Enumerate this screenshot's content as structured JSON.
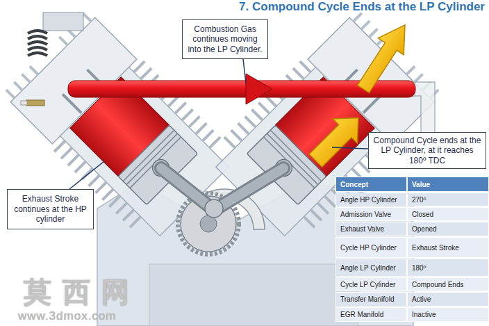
{
  "diagram": {
    "title": "7. Compound Cycle Ends at the LP Cylinder",
    "nodes": [
      {
        "text": [
          "Combustion Gas continues moving into the LP Cylinder."
        ]
      },
      {
        "text": [
          "Exhaust Stroke continues at the HP cylinder"
        ]
      },
      {
        "text": [
          "Compound Cycle ends at the LP Cylinder, at it reaches 180º TDC"
        ]
      }
    ],
    "labels": [
      "Concept",
      "Value",
      "Angle HP Cylinder",
      "270º",
      "Admission Valve",
      "Closed",
      "Exhaust Valve",
      "Opened",
      "Cycle HP Cylinder",
      "Exhaust Stroke",
      "Angle LP Cylinder",
      "180º",
      "Cycle LP Cylinder",
      "Compound Ends",
      "Transfer Manifold",
      "Active",
      "EGR Manifold",
      "Inactive",
      "莫西网",
      "www.3dmox.com"
    ]
  }
}
